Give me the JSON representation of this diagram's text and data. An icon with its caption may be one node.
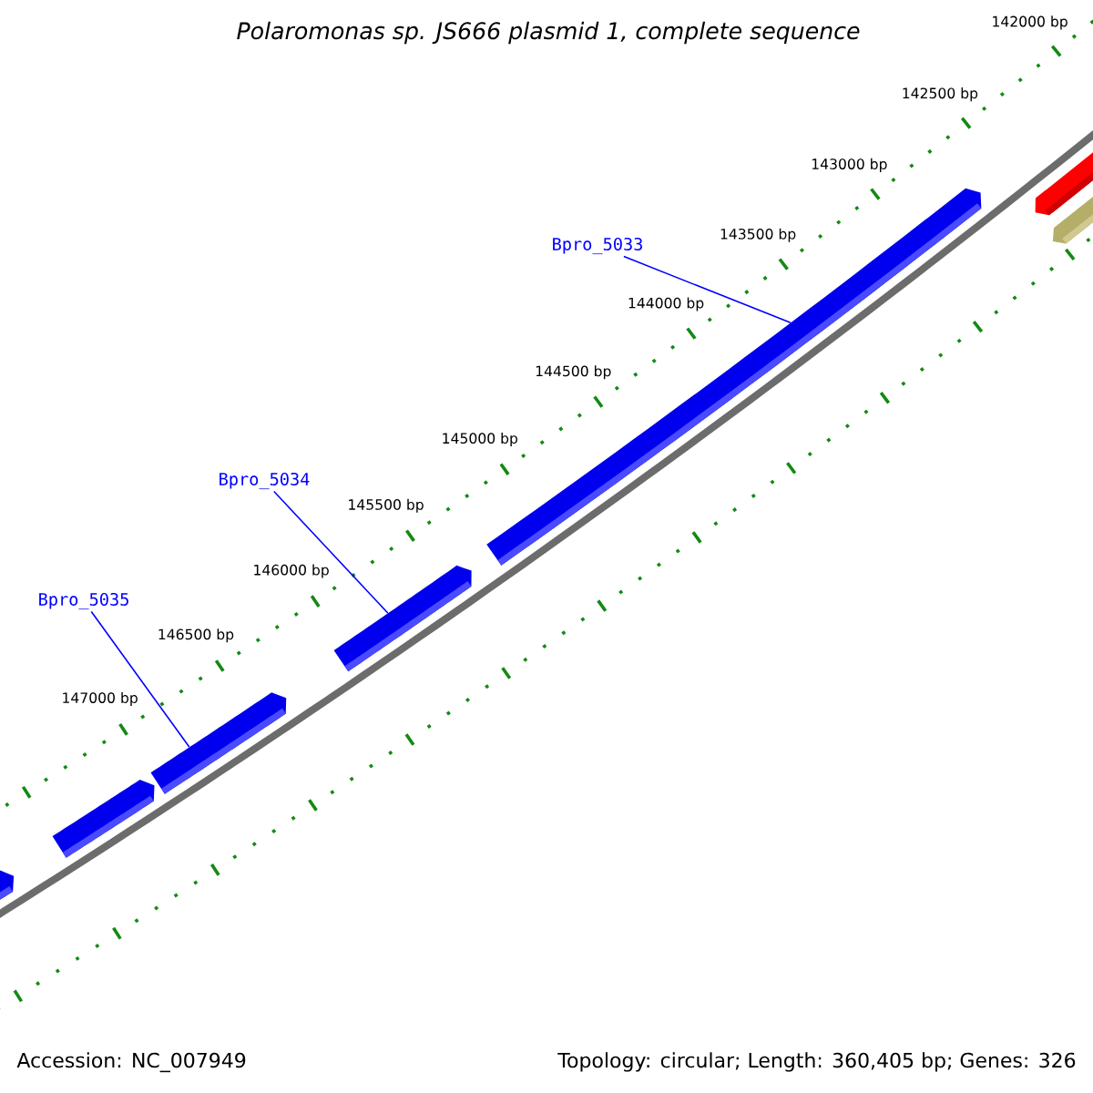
{
  "diagram": {
    "title": "Polaromonas sp. JS666 plasmid 1, complete sequence",
    "nodes": [
      {
        "text": [
          "Bpro_5033"
        ]
      },
      {
        "text": [
          "Bpro_5034"
        ]
      },
      {
        "text": [
          "Bpro_5035"
        ]
      },
      {
        "text": [],
        "shape": "bar"
      },
      {
        "text": [],
        "shape": "bar"
      },
      {
        "text": [],
        "shape": "bar"
      }
    ],
    "edges": [
      {
        "from": 0,
        "to": 3,
        "arrow": "none"
      },
      {
        "from": 1,
        "to": 4,
        "arrow": "none"
      },
      {
        "from": 2,
        "to": 5,
        "arrow": "none"
      }
    ],
    "labels": [
      "142000 bp",
      "142500 bp",
      "143000 bp",
      "143500 bp",
      "144000 bp",
      "144500 bp",
      "145000 bp",
      "145500 bp",
      "146000 bp",
      "146500 bp",
      "147000 bp",
      "Accession: NC_007949",
      "Topology: circular; Length: 360,405 bp; Genes: 326"
    ]
  }
}
